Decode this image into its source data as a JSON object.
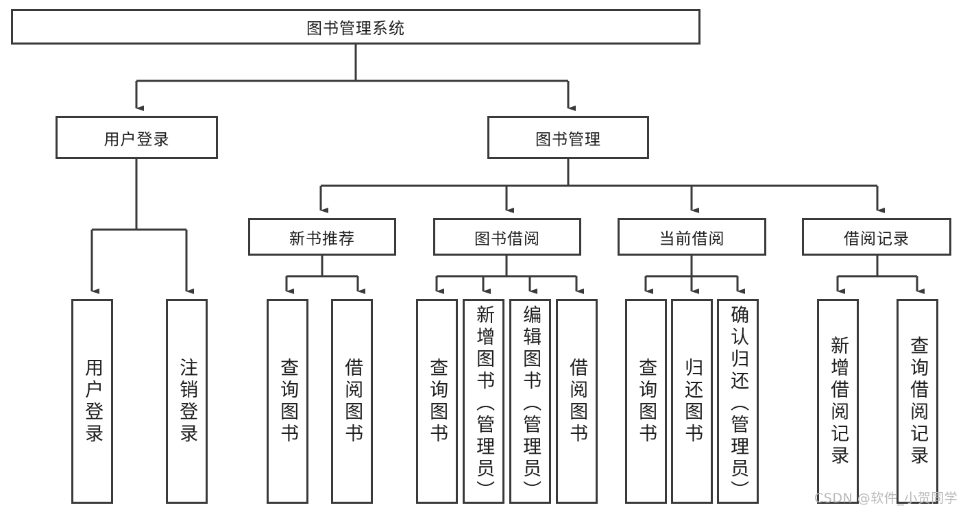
{
  "diagram": {
    "type": "tree-hierarchy",
    "title_node": {
      "label": "图书管理系统"
    },
    "level2": [
      {
        "id": "user-login",
        "label": "用户登录"
      },
      {
        "id": "book-management",
        "label": "图书管理"
      }
    ],
    "level3": [
      {
        "id": "new-book-recommend",
        "label": "新书推荐"
      },
      {
        "id": "book-borrow",
        "label": "图书借阅"
      },
      {
        "id": "current-borrow",
        "label": "当前借阅"
      },
      {
        "id": "borrow-record",
        "label": "借阅记录"
      }
    ],
    "leaves": [
      {
        "id": "leaf-user-login",
        "label": "用户登录",
        "parent": "user-login"
      },
      {
        "id": "leaf-logout-login",
        "label": "注销登录",
        "parent": "user-login"
      },
      {
        "id": "leaf-query-book-1",
        "label": "查询图书",
        "parent": "new-book-recommend"
      },
      {
        "id": "leaf-borrow-book-1",
        "label": "借阅图书",
        "parent": "new-book-recommend"
      },
      {
        "id": "leaf-query-book-2",
        "label": "查询图书",
        "parent": "book-borrow"
      },
      {
        "id": "leaf-add-book",
        "label": "新增图书（管理员）",
        "parent": "book-borrow"
      },
      {
        "id": "leaf-edit-book",
        "label": "编辑图书（管理员）",
        "parent": "book-borrow"
      },
      {
        "id": "leaf-borrow-book-2",
        "label": "借阅图书",
        "parent": "book-borrow"
      },
      {
        "id": "leaf-query-book-3",
        "label": "查询图书",
        "parent": "current-borrow"
      },
      {
        "id": "leaf-return-book",
        "label": "归还图书",
        "parent": "current-borrow"
      },
      {
        "id": "leaf-confirm-return",
        "label": "确认归还（管理员）",
        "parent": "current-borrow"
      },
      {
        "id": "leaf-add-record",
        "label": "新增借阅记录",
        "parent": "borrow-record"
      },
      {
        "id": "leaf-query-record",
        "label": "查询借阅记录",
        "parent": "borrow-record"
      }
    ],
    "colors": {
      "stroke": "#3a3a3a",
      "text": "#1d1d1d",
      "background": "#ffffff",
      "watermark": "#b9b9b9"
    }
  },
  "watermark": {
    "text": "CSDN @软件_小贺同学"
  }
}
